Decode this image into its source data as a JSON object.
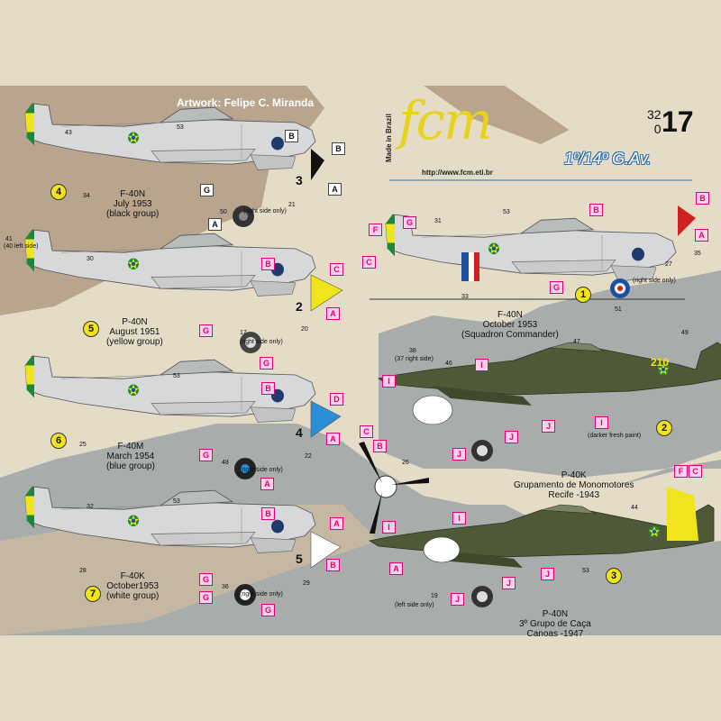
{
  "header": {
    "artwork_credit": "Artwork: Felipe C. Miranda",
    "brand": "fcm",
    "made_in": "Made in Brazil",
    "unit": "1º/14º G.Av.",
    "url": "http://www.fcm.eti.br",
    "catalog_small": "32\n0",
    "catalog_big": "17"
  },
  "profiles": [
    {
      "number": "4",
      "caption": "F-40N\nJuly 1953\n(black group)",
      "nose_color": "#111111",
      "code": "3"
    },
    {
      "number": "5",
      "caption": "P-40N\nAugust 1951\n(yellow group)",
      "nose_color": "#f0e51a",
      "code": "2"
    },
    {
      "number": "6",
      "caption": "F-40M\nMarch 1954\n(blue group)",
      "nose_color": "#2a8fd6",
      "code": "4"
    },
    {
      "number": "7",
      "caption": "F-40K\nOctober1953\n(white group)",
      "nose_color": "#ffffff",
      "code": "5"
    },
    {
      "number": "1",
      "caption": "F-40N\nOctober 1953\n(Squadron Commander)",
      "nose_color": "#d02020"
    },
    {
      "number": "2",
      "caption": "P-40K\nGrupamento de Monomotores\nRecife -1943",
      "fuselage_code": "210"
    },
    {
      "number": "3",
      "caption": "P-40N\n3º Grupo de Caça\nCanoas -1947"
    }
  ],
  "annotations": {
    "callouts": [
      "43",
      "53",
      "34",
      "50",
      "21",
      "41",
      "(40 left side)",
      "30",
      "17",
      "20",
      "53",
      "25",
      "48",
      "22",
      "32",
      "53",
      "28",
      "36",
      "29",
      "31",
      "53",
      "33",
      "27",
      "35",
      "51",
      "38",
      "(37 right side)",
      "46",
      "47",
      "49",
      "26",
      "44",
      "53",
      "19"
    ],
    "right_side_only": "(right side only)",
    "left_side_only": "(left side only)",
    "darker_paint": "(darker fresh paint)"
  },
  "markers": [
    "A",
    "B",
    "C",
    "D",
    "F",
    "G",
    "I",
    "J"
  ],
  "colors": {
    "background_tan": "#b9a48e",
    "background_cream": "#e5dcc8",
    "background_grey": "#a8adac",
    "aluminium": "#d3d5d6",
    "olive_drab": "#4e5a37",
    "brazil_green": "#1a8a3a",
    "brazil_yellow": "#f2e41c",
    "marker_pink": "#e0007a"
  }
}
